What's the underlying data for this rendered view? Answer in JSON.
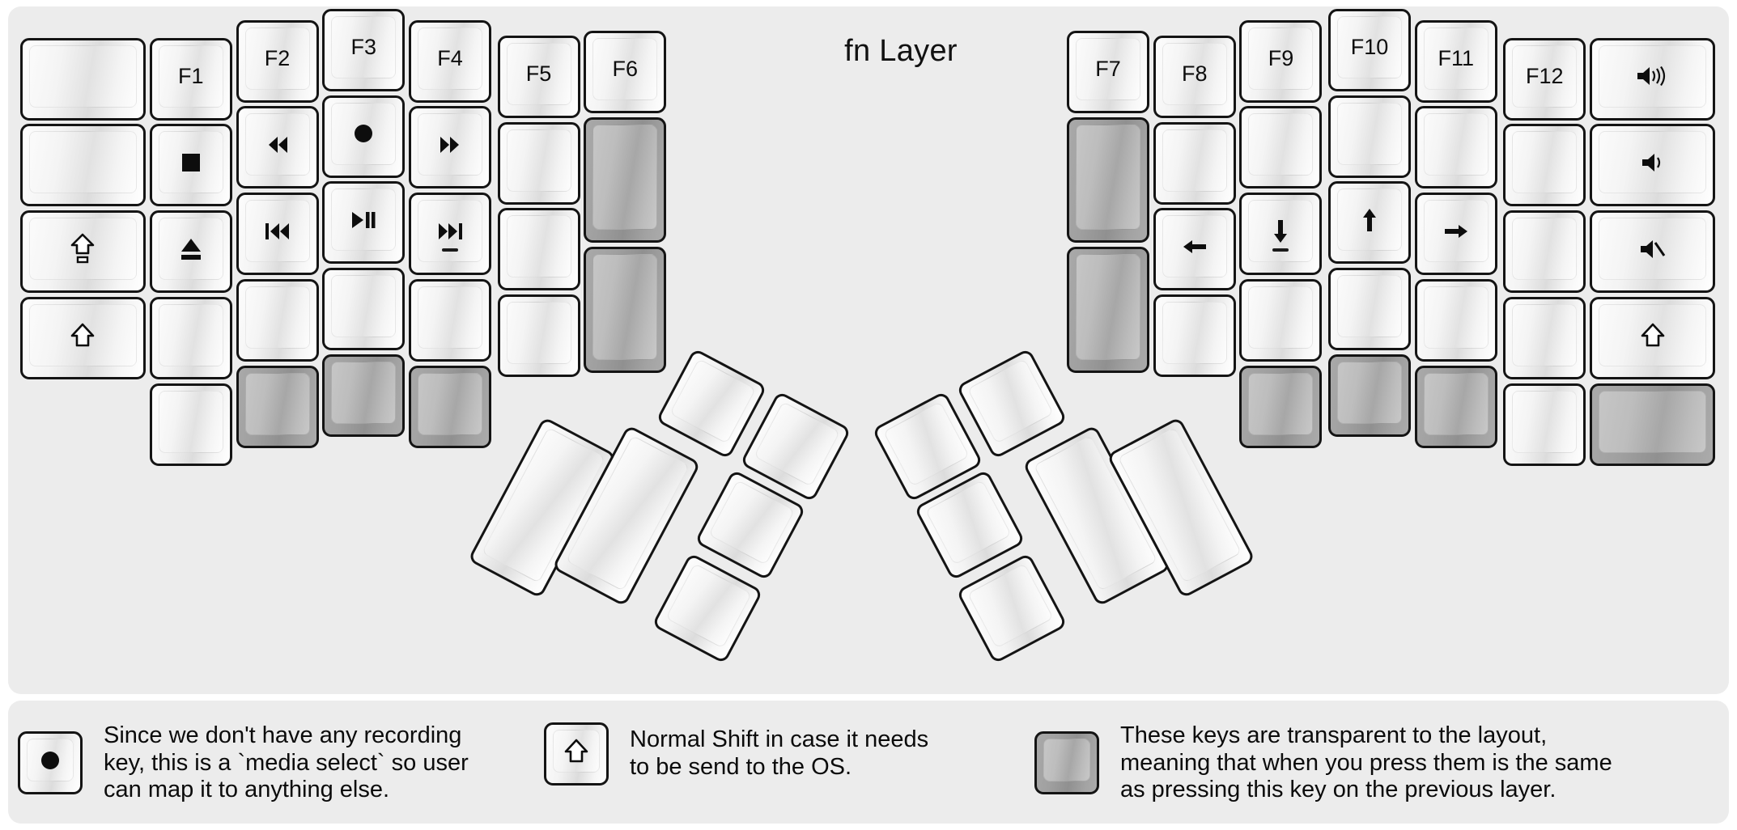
{
  "title": "fn Layer",
  "colors": {
    "panel_bg": "#ececec",
    "page_bg": "#ffffff",
    "key_border": "#141414",
    "key_face": "#f3f3f3",
    "transparent_key": "#a0a0a0",
    "text": "#0d0d0d"
  },
  "legend": [
    {
      "key_glyph": "record-circle-icon",
      "transparent": false,
      "text": "Since we don't have any recording\nkey, this is a `media select` so user\ncan map it to anything else."
    },
    {
      "key_glyph": "shift-arrow-icon",
      "transparent": false,
      "text": "Normal Shift in case it needs\nto be send to the OS."
    },
    {
      "key_glyph": "blank",
      "transparent": true,
      "text": "These keys are transparent to the layout,\nmeaning that when you press them is the same\nas pressing this key on the previous layer."
    }
  ],
  "left_half": {
    "columns": [
      {
        "name": "pinky-outer",
        "keys": [
          {
            "label": "",
            "glyph": "blank",
            "transparent": false
          },
          {
            "label": "",
            "glyph": "blank",
            "transparent": false
          },
          {
            "label": "",
            "glyph": "capslock-arrow-icon",
            "transparent": false
          },
          {
            "label": "",
            "glyph": "shift-arrow-icon",
            "transparent": false
          }
        ]
      },
      {
        "name": "pinky",
        "keys": [
          {
            "label": "F1",
            "glyph": "text",
            "transparent": false
          },
          {
            "label": "",
            "glyph": "stop-square-icon",
            "transparent": false
          },
          {
            "label": "",
            "glyph": "eject-icon",
            "transparent": false
          },
          {
            "label": "",
            "glyph": "blank",
            "transparent": false
          },
          {
            "label": "",
            "glyph": "blank",
            "transparent": false
          }
        ]
      },
      {
        "name": "ring",
        "keys": [
          {
            "label": "F2",
            "glyph": "text",
            "transparent": false
          },
          {
            "label": "",
            "glyph": "rewind-icon",
            "transparent": false
          },
          {
            "label": "",
            "glyph": "prev-track-icon",
            "transparent": false
          },
          {
            "label": "",
            "glyph": "blank",
            "transparent": false
          },
          {
            "label": "",
            "glyph": "blank",
            "transparent": true
          }
        ]
      },
      {
        "name": "middle",
        "keys": [
          {
            "label": "F3",
            "glyph": "text",
            "transparent": false
          },
          {
            "label": "",
            "glyph": "record-circle-icon",
            "transparent": false
          },
          {
            "label": "",
            "glyph": "play-pause-icon",
            "transparent": false
          },
          {
            "label": "",
            "glyph": "blank",
            "transparent": false
          },
          {
            "label": "",
            "glyph": "blank",
            "transparent": true
          }
        ]
      },
      {
        "name": "index",
        "keys": [
          {
            "label": "F4",
            "glyph": "text",
            "transparent": false
          },
          {
            "label": "",
            "glyph": "fastforward-icon",
            "transparent": false
          },
          {
            "label": "",
            "glyph": "next-track-icon",
            "transparent": false,
            "homing": true
          },
          {
            "label": "",
            "glyph": "blank",
            "transparent": false
          },
          {
            "label": "",
            "glyph": "blank",
            "transparent": true
          }
        ]
      },
      {
        "name": "inner",
        "keys": [
          {
            "label": "F5",
            "glyph": "text",
            "transparent": false
          },
          {
            "label": "",
            "glyph": "blank",
            "transparent": false
          },
          {
            "label": "",
            "glyph": "blank",
            "transparent": false
          },
          {
            "label": "",
            "glyph": "blank",
            "transparent": false
          }
        ]
      },
      {
        "name": "inner-most",
        "keys": [
          {
            "label": "F6",
            "glyph": "text",
            "transparent": false
          },
          {
            "label": "",
            "glyph": "blank",
            "transparent": true
          },
          {
            "label": "",
            "glyph": "blank",
            "transparent": true
          }
        ]
      }
    ],
    "thumb_cluster": [
      {
        "label": "",
        "glyph": "blank",
        "transparent": false
      },
      {
        "label": "",
        "glyph": "blank",
        "transparent": false
      },
      {
        "label": "",
        "glyph": "blank",
        "transparent": false
      },
      {
        "label": "",
        "glyph": "blank",
        "transparent": false
      },
      {
        "label": "",
        "glyph": "blank",
        "transparent": false
      },
      {
        "label": "",
        "glyph": "blank",
        "transparent": false
      }
    ]
  },
  "right_half": {
    "columns": [
      {
        "name": "inner-most",
        "keys": [
          {
            "label": "F7",
            "glyph": "text",
            "transparent": false
          },
          {
            "label": "",
            "glyph": "blank",
            "transparent": true
          },
          {
            "label": "",
            "glyph": "blank",
            "transparent": true
          }
        ]
      },
      {
        "name": "inner",
        "keys": [
          {
            "label": "F8",
            "glyph": "text",
            "transparent": false
          },
          {
            "label": "",
            "glyph": "blank",
            "transparent": false
          },
          {
            "label": "",
            "glyph": "arrow-left-icon",
            "transparent": false
          },
          {
            "label": "",
            "glyph": "blank",
            "transparent": false
          }
        ]
      },
      {
        "name": "index",
        "keys": [
          {
            "label": "F9",
            "glyph": "text",
            "transparent": false
          },
          {
            "label": "",
            "glyph": "blank",
            "transparent": false
          },
          {
            "label": "",
            "glyph": "arrow-down-icon",
            "transparent": false,
            "homing": true
          },
          {
            "label": "",
            "glyph": "blank",
            "transparent": false
          },
          {
            "label": "",
            "glyph": "blank",
            "transparent": true
          }
        ]
      },
      {
        "name": "middle",
        "keys": [
          {
            "label": "F10",
            "glyph": "text",
            "transparent": false
          },
          {
            "label": "",
            "glyph": "blank",
            "transparent": false
          },
          {
            "label": "",
            "glyph": "arrow-up-icon",
            "transparent": false
          },
          {
            "label": "",
            "glyph": "blank",
            "transparent": false
          },
          {
            "label": "",
            "glyph": "blank",
            "transparent": true
          }
        ]
      },
      {
        "name": "ring",
        "keys": [
          {
            "label": "F11",
            "glyph": "text",
            "transparent": false
          },
          {
            "label": "",
            "glyph": "blank",
            "transparent": false
          },
          {
            "label": "",
            "glyph": "arrow-right-icon",
            "transparent": false
          },
          {
            "label": "",
            "glyph": "blank",
            "transparent": false
          },
          {
            "label": "",
            "glyph": "blank",
            "transparent": true
          }
        ]
      },
      {
        "name": "pinky",
        "keys": [
          {
            "label": "F12",
            "glyph": "text",
            "transparent": false
          },
          {
            "label": "",
            "glyph": "blank",
            "transparent": false
          },
          {
            "label": "",
            "glyph": "blank",
            "transparent": false
          },
          {
            "label": "",
            "glyph": "blank",
            "transparent": false
          },
          {
            "label": "",
            "glyph": "blank",
            "transparent": false
          }
        ]
      },
      {
        "name": "pinky-outer",
        "keys": [
          {
            "label": "",
            "glyph": "volume-up-icon",
            "transparent": false
          },
          {
            "label": "",
            "glyph": "volume-down-icon",
            "transparent": false
          },
          {
            "label": "",
            "glyph": "volume-mute-icon",
            "transparent": false
          },
          {
            "label": "",
            "glyph": "shift-arrow-icon",
            "transparent": false
          },
          {
            "label": "",
            "glyph": "blank",
            "transparent": true
          }
        ]
      }
    ],
    "thumb_cluster": [
      {
        "label": "",
        "glyph": "blank",
        "transparent": false
      },
      {
        "label": "",
        "glyph": "blank",
        "transparent": false
      },
      {
        "label": "",
        "glyph": "blank",
        "transparent": false
      },
      {
        "label": "",
        "glyph": "blank",
        "transparent": false
      },
      {
        "label": "",
        "glyph": "blank",
        "transparent": false
      },
      {
        "label": "",
        "glyph": "blank",
        "transparent": false
      }
    ]
  }
}
